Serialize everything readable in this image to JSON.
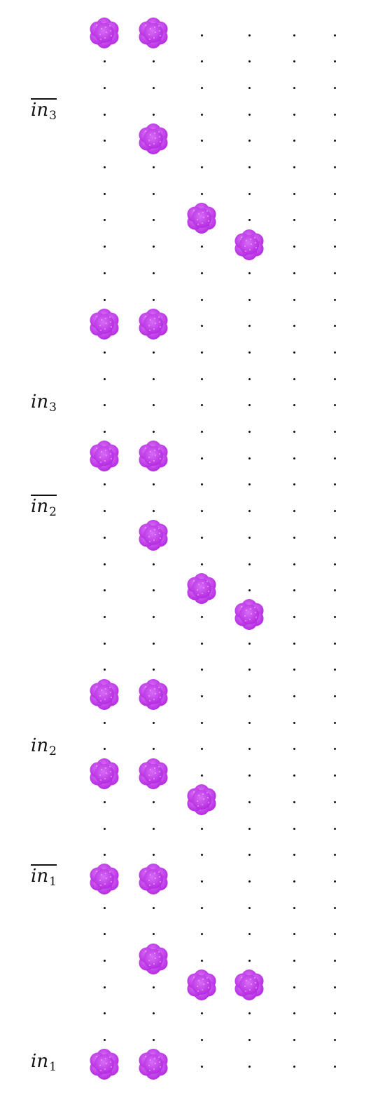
{
  "labels": {
    "in3_bar": {
      "name": "in",
      "sub": "3",
      "overline": true
    },
    "in3": {
      "name": "in",
      "sub": "3",
      "overline": false
    },
    "in2_bar": {
      "name": "in",
      "sub": "2",
      "overline": true
    },
    "in2": {
      "name": "in",
      "sub": "2",
      "overline": false
    },
    "in1_bar": {
      "name": "in",
      "sub": "1",
      "overline": true
    },
    "in1": {
      "name": "in",
      "sub": "1",
      "overline": false
    }
  },
  "grid": {
    "columns": 6,
    "rows": 40
  },
  "tiles": [
    {
      "col": 0,
      "row": 0
    },
    {
      "col": 1,
      "row": 0
    },
    {
      "col": 1,
      "row": 4
    },
    {
      "col": 2,
      "row": 7
    },
    {
      "col": 3,
      "row": 8
    },
    {
      "col": 0,
      "row": 11
    },
    {
      "col": 1,
      "row": 11
    },
    {
      "col": 0,
      "row": 16
    },
    {
      "col": 1,
      "row": 16
    },
    {
      "col": 1,
      "row": 19
    },
    {
      "col": 2,
      "row": 21
    },
    {
      "col": 3,
      "row": 22
    },
    {
      "col": 0,
      "row": 25
    },
    {
      "col": 1,
      "row": 25
    },
    {
      "col": 0,
      "row": 28
    },
    {
      "col": 1,
      "row": 28
    },
    {
      "col": 2,
      "row": 29
    },
    {
      "col": 0,
      "row": 32
    },
    {
      "col": 1,
      "row": 32
    },
    {
      "col": 1,
      "row": 35
    },
    {
      "col": 2,
      "row": 36
    },
    {
      "col": 3,
      "row": 36
    },
    {
      "col": 0,
      "row": 39
    },
    {
      "col": 1,
      "row": 39
    }
  ],
  "colors": {
    "tile": "#b42be0",
    "tile_light": "#d86cf7",
    "dot": "#111111"
  }
}
